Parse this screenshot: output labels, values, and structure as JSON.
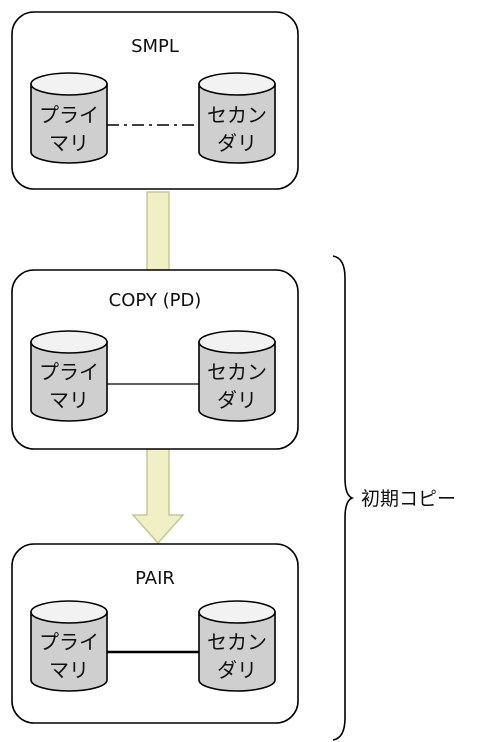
{
  "states": [
    {
      "name": "SMPL",
      "primary": [
        "プライ",
        "マリ"
      ],
      "secondary": [
        "セカン",
        "ダリ"
      ],
      "link": "dash-dot"
    },
    {
      "name": "COPY (PD)",
      "primary": [
        "プライ",
        "マリ"
      ],
      "secondary": [
        "セカン",
        "ダリ"
      ],
      "link": "thin"
    },
    {
      "name": "PAIR",
      "primary": [
        "プライ",
        "マリ"
      ],
      "secondary": [
        "セカン",
        "ダリ"
      ],
      "link": "bold"
    }
  ],
  "brace_label": "初期コピー",
  "colors": {
    "arrow_fill": "#f1f0c4",
    "arrow_stroke": "#c6c79a",
    "disk_body": "#cfcfcf",
    "disk_top": "#f2f2f2",
    "stroke": "#000000"
  }
}
